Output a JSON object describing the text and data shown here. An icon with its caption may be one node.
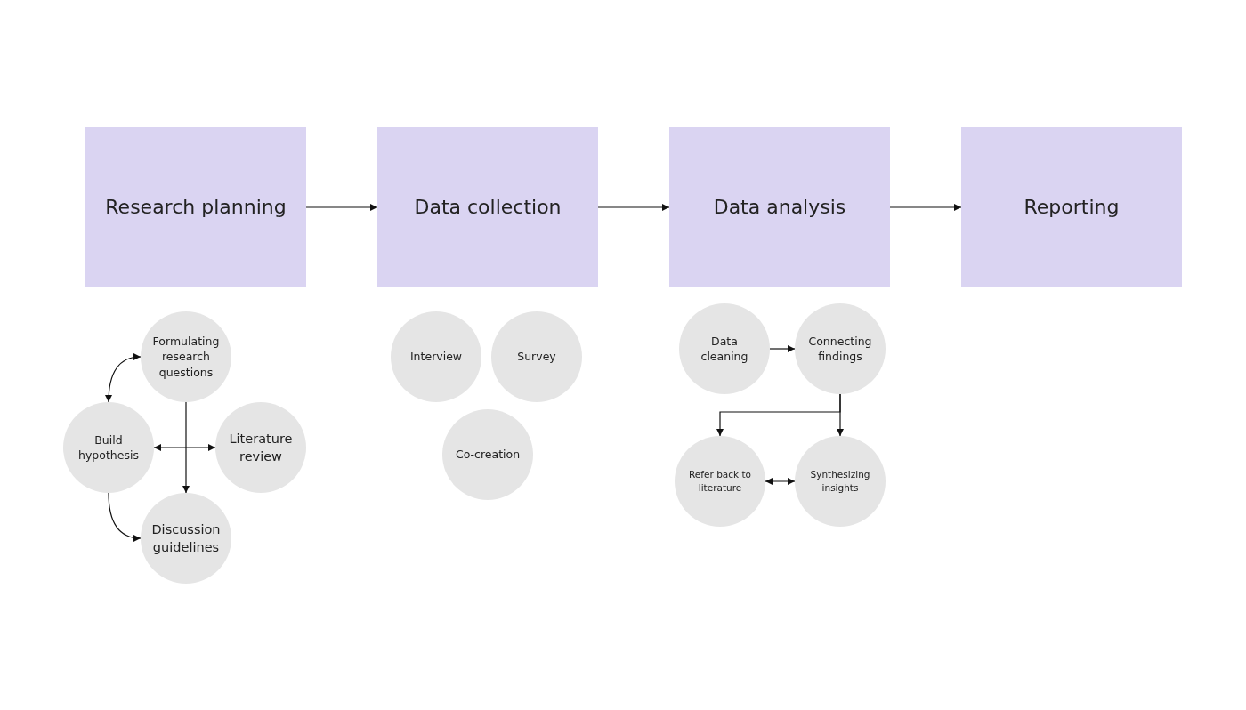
{
  "diagram": {
    "nodes": [
      {
        "text": [
          "Research planning"
        ]
      },
      {
        "text": [
          "Data collection"
        ]
      },
      {
        "text": [
          "Data analysis"
        ]
      },
      {
        "text": [
          "Reporting"
        ]
      },
      {
        "text": [
          "Formulating research questions"
        ]
      },
      {
        "text": [
          "Build hypothesis"
        ]
      },
      {
        "text": [
          "Literature review"
        ]
      },
      {
        "text": [
          "Discussion guidelines"
        ]
      },
      {
        "text": [
          "Interview"
        ]
      },
      {
        "text": [
          "Survey"
        ]
      },
      {
        "text": [
          "Co-creation"
        ]
      },
      {
        "text": [
          "Data cleaning"
        ]
      },
      {
        "text": [
          "Connecting findings"
        ]
      },
      {
        "text": [
          "Refer back to literature"
        ]
      },
      {
        "text": [
          "Synthesizing insights"
        ]
      }
    ],
    "edges": [
      {
        "from": 0,
        "to": 1,
        "arrow": "to"
      },
      {
        "from": 1,
        "to": 2,
        "arrow": "to"
      },
      {
        "from": 2,
        "to": 3,
        "arrow": "to"
      },
      {
        "from": 4,
        "to": 5,
        "arrow": "both"
      },
      {
        "from": 5,
        "to": 6,
        "arrow": "both"
      },
      {
        "from": 4,
        "to": 7,
        "arrow": "to"
      },
      {
        "from": 5,
        "to": 7,
        "arrow": "to"
      },
      {
        "from": 11,
        "to": 12,
        "arrow": "to"
      },
      {
        "from": 12,
        "to": 13,
        "arrow": "to"
      },
      {
        "from": 12,
        "to": 14,
        "arrow": "to"
      },
      {
        "from": 13,
        "to": 14,
        "arrow": "both"
      }
    ]
  }
}
